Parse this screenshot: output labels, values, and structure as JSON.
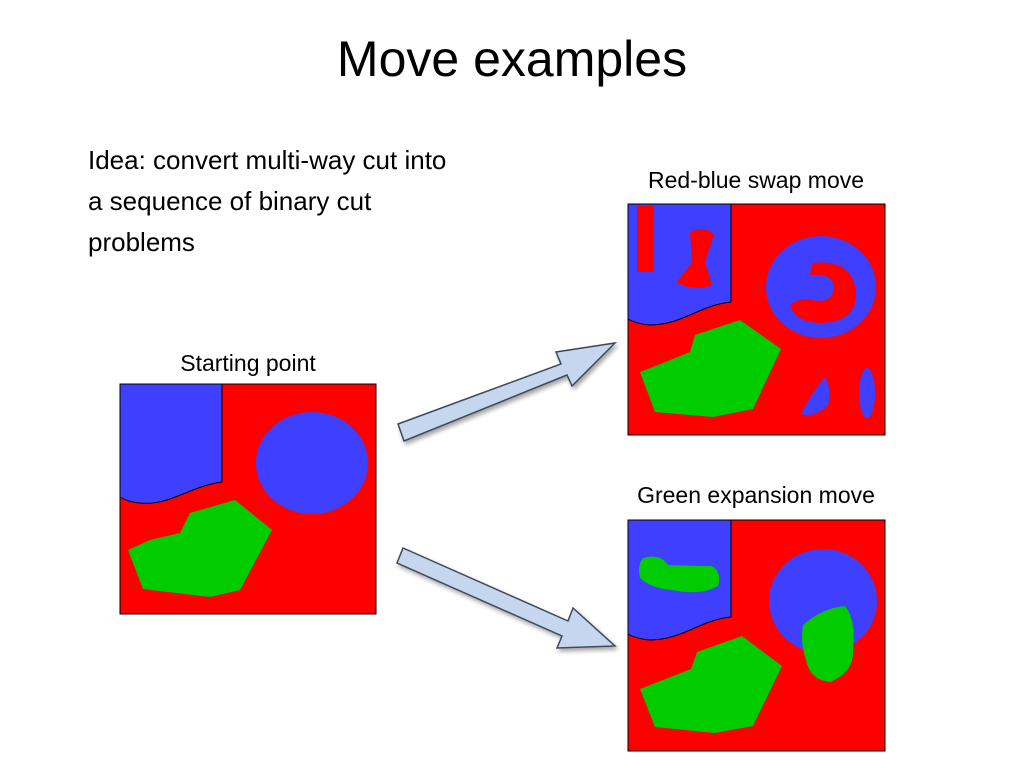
{
  "slide": {
    "title": "Move examples",
    "idea": "Idea: convert multi-way cut into a sequence of binary cut problems"
  },
  "panels": {
    "start": {
      "caption": "Starting point"
    },
    "swap": {
      "caption": "Red-blue swap move"
    },
    "expansion": {
      "caption": "Green expansion move"
    }
  },
  "colors": {
    "red": "#ff0000",
    "blue": "#3f3fff",
    "green": "#00cc00",
    "arrow_fill": "#c5d6ee",
    "arrow_stroke": "#3c4a5c"
  }
}
